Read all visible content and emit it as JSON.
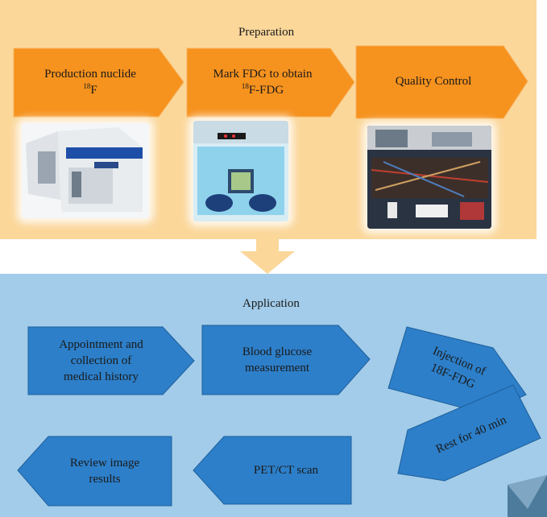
{
  "preparation": {
    "title": "Preparation",
    "steps": [
      {
        "line1": "Production nuclide",
        "sup": "18",
        "line2": "F"
      },
      {
        "line1": "Mark FDG to obtain",
        "sup": "18",
        "line2": "F-FDG"
      },
      {
        "line1": "Quality Control"
      }
    ],
    "photos": [
      "cyclotron-photo",
      "hot-cell-photo",
      "quality-control-equipment-photo"
    ]
  },
  "application": {
    "title": "Application",
    "steps": [
      {
        "line1": "Appointment and",
        "line2": "collection of",
        "line3": "medical history"
      },
      {
        "line1": "Blood glucose",
        "line2": "measurement"
      },
      {
        "line1": "Injection of",
        "line2": "18F-FDG"
      },
      {
        "line1": "Rest for 40 min"
      },
      {
        "line1": "PET/CT scan"
      },
      {
        "line1": "Review image",
        "line2": "results"
      }
    ]
  },
  "colors": {
    "prep_bg": "#fbd79a",
    "prep_arrow": "#f6921e",
    "app_bg": "#a2cce9",
    "app_arrow": "#2d7fc9",
    "connector": "#fbd79a"
  }
}
